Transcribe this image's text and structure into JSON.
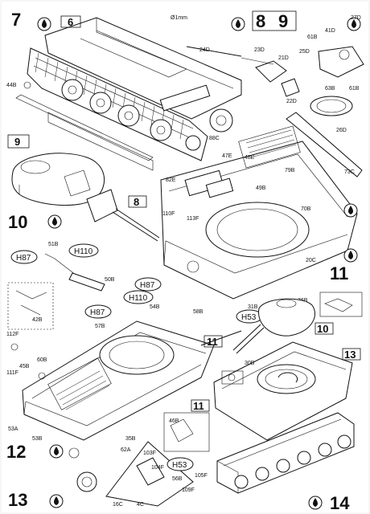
{
  "steps": {
    "s7": "7",
    "s6": "6",
    "s8": "8",
    "s9": "9",
    "s9b": "9",
    "s10": "10",
    "s8b": "8",
    "s11": "11",
    "s11b": "11",
    "s10b": "10",
    "s11c": "11",
    "s12": "12",
    "s13": "13",
    "s13b": "13",
    "s14": "14"
  },
  "callouts": {
    "c_h87a": "H87",
    "c_h110a": "H110",
    "c_h87b": "H87",
    "c_h110b": "H110",
    "c_h87c": "H87",
    "c_h53a": "H53",
    "c_h53b": "H53"
  },
  "parts": {
    "p_0mm": "Ø1mm",
    "p_24d": "24D",
    "p_23d": "23D",
    "p_21d": "21D",
    "p_22d": "22D",
    "p_25d": "25D",
    "p_27d": "27D",
    "p_41d": "41D",
    "p_61b": "61B",
    "p_63b": "63B",
    "p_61b2": "61B",
    "p_26d": "26D",
    "p_73c": "73C",
    "p_44b": "44B",
    "p_88c": "88C",
    "p_79b": "79B",
    "p_47e": "47E",
    "p_48e": "48E",
    "p_82e": "82E",
    "p_49b": "49B",
    "p_70b": "70B",
    "p_110f": "110F",
    "p_113f": "113F",
    "p_20c": "20C",
    "p_51b": "51B",
    "p_50b": "50B",
    "p_54b": "54B",
    "p_57b": "57B",
    "p_58b": "58B",
    "p_42b": "42B",
    "p_112f": "112F",
    "p_45b": "45B",
    "p_111f": "111F",
    "p_60b": "60B",
    "p_53a": "53A",
    "p_53b": "53B",
    "p_76b": "76B",
    "p_31b": "31B",
    "p_30b": "30B",
    "p_35b": "35B",
    "p_62a": "62A",
    "p_103f": "103F",
    "p_46b": "46B",
    "p_104f": "104F",
    "p_105f": "105F",
    "p_56b": "56B",
    "p_109f": "109F",
    "p_16c": "16C",
    "p_4c": "4C"
  }
}
